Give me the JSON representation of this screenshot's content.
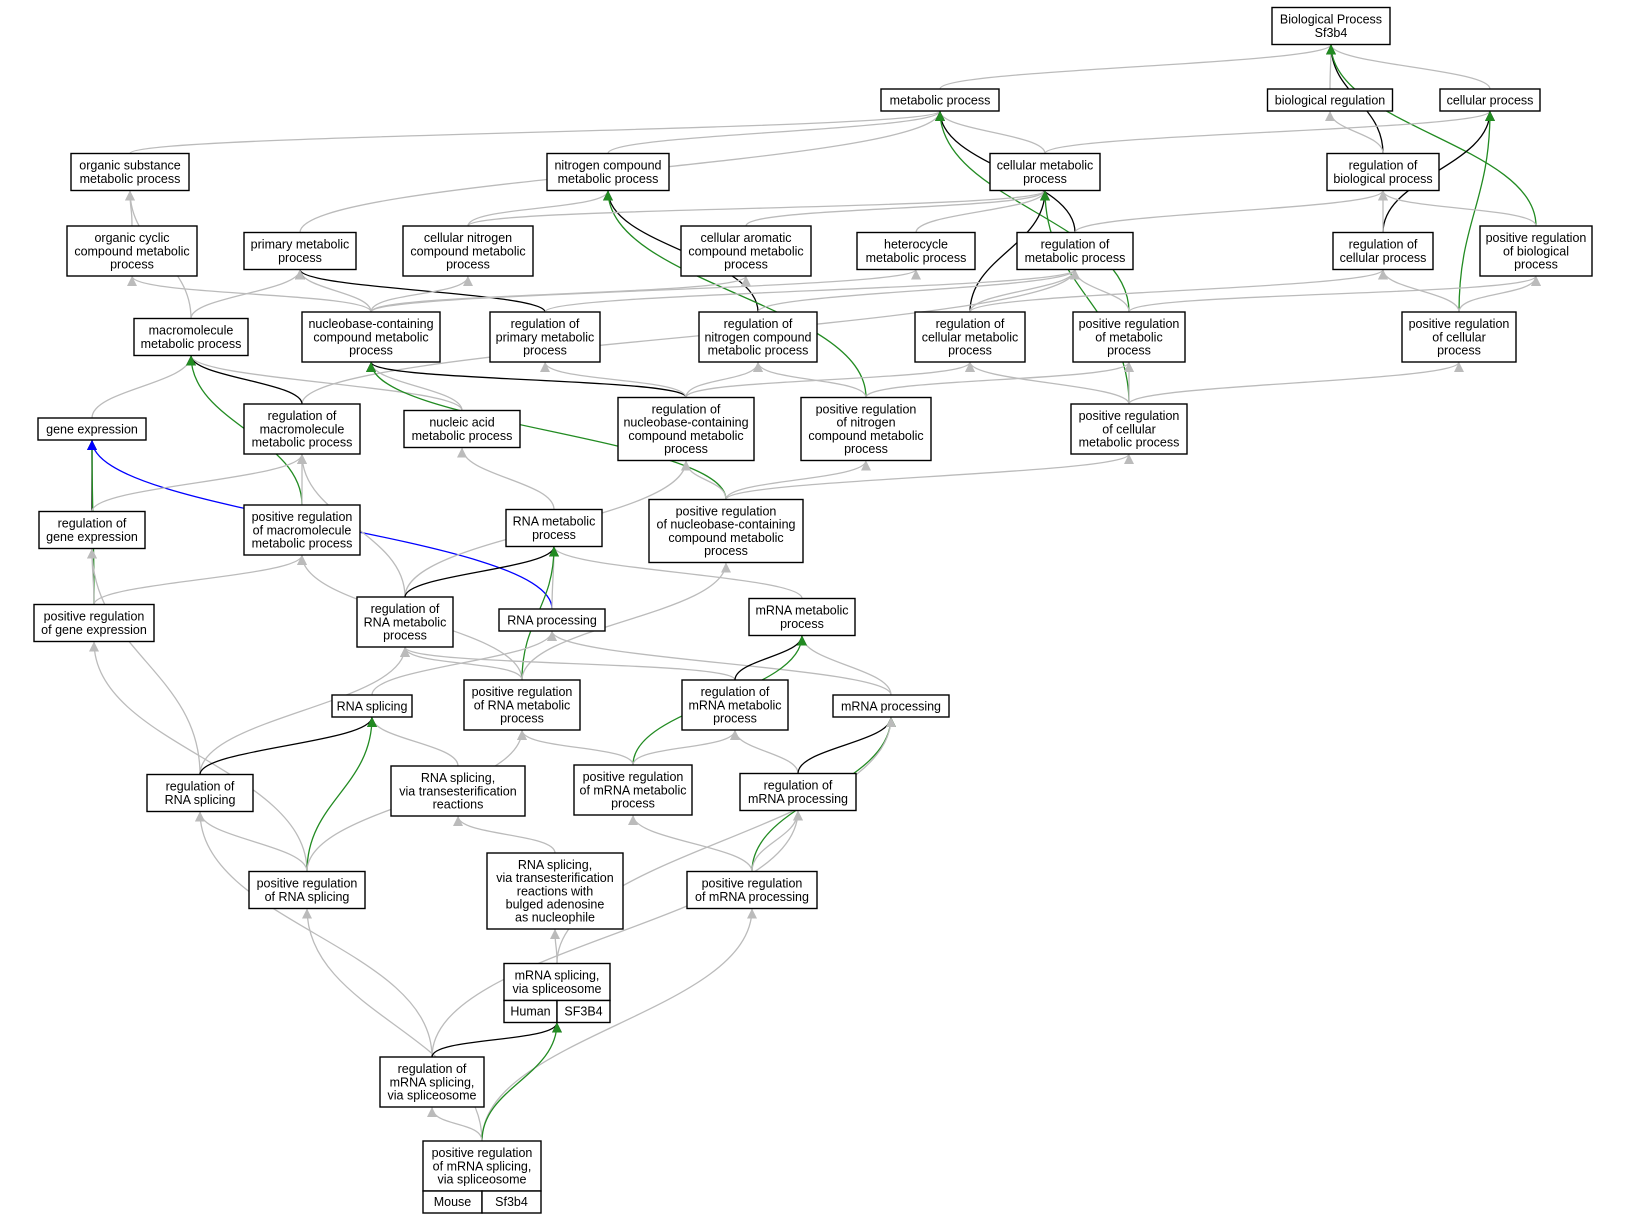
{
  "colors": {
    "is_a": "#bbbbbb",
    "regulates": "#000000",
    "positively_regulates": "#228b22",
    "part_of": "#0000ff",
    "human_tag": "#f0533a",
    "mouse_tag": "#a8d8e8"
  },
  "nodes": [
    {
      "id": "bp",
      "lines": [
        "Biological Process",
        "Sf3b4"
      ]
    },
    {
      "id": "metabolic",
      "lines": [
        "metabolic process"
      ]
    },
    {
      "id": "bioreg",
      "lines": [
        "biological regulation"
      ]
    },
    {
      "id": "cellular",
      "lines": [
        "cellular process"
      ]
    },
    {
      "id": "orgsub",
      "lines": [
        "organic substance",
        "metabolic process"
      ]
    },
    {
      "id": "nitcomp",
      "lines": [
        "nitrogen compound",
        "metabolic process"
      ]
    },
    {
      "id": "cellmet",
      "lines": [
        "cellular metabolic",
        "process"
      ]
    },
    {
      "id": "regbio",
      "lines": [
        "regulation of",
        "biological process"
      ]
    },
    {
      "id": "orgcyc",
      "lines": [
        "organic cyclic",
        "compound metabolic",
        "process"
      ]
    },
    {
      "id": "primmet",
      "lines": [
        "primary metabolic",
        "process"
      ]
    },
    {
      "id": "cellnit",
      "lines": [
        "cellular nitrogen",
        "compound metabolic",
        "process"
      ]
    },
    {
      "id": "cellarom",
      "lines": [
        "cellular aromatic",
        "compound metabolic",
        "process"
      ]
    },
    {
      "id": "hetero",
      "lines": [
        "heterocycle",
        "metabolic process"
      ]
    },
    {
      "id": "regmet",
      "lines": [
        "regulation of",
        "metabolic process"
      ]
    },
    {
      "id": "regcell",
      "lines": [
        "regulation of",
        "cellular process"
      ]
    },
    {
      "id": "posregbio",
      "lines": [
        "positive regulation",
        "of biological",
        "process"
      ]
    },
    {
      "id": "macro",
      "lines": [
        "macromolecule",
        "metabolic process"
      ]
    },
    {
      "id": "nucbase",
      "lines": [
        "nucleobase-containing",
        "compound metabolic",
        "process"
      ]
    },
    {
      "id": "regprim",
      "lines": [
        "regulation of",
        "primary metabolic",
        "process"
      ]
    },
    {
      "id": "regnit",
      "lines": [
        "regulation of",
        "nitrogen compound",
        "metabolic process"
      ]
    },
    {
      "id": "regcellmet",
      "lines": [
        "regulation of",
        "cellular metabolic",
        "process"
      ]
    },
    {
      "id": "posregmet",
      "lines": [
        "positive regulation",
        "of metabolic",
        "process"
      ]
    },
    {
      "id": "posregcell",
      "lines": [
        "positive regulation",
        "of cellular",
        "process"
      ]
    },
    {
      "id": "geneexp",
      "lines": [
        "gene expression"
      ]
    },
    {
      "id": "regmacro",
      "lines": [
        "regulation of",
        "macromolecule",
        "metabolic process"
      ]
    },
    {
      "id": "nucacid",
      "lines": [
        "nucleic acid",
        "metabolic process"
      ]
    },
    {
      "id": "regnuc",
      "lines": [
        "regulation of",
        "nucleobase-containing",
        "compound metabolic",
        "process"
      ]
    },
    {
      "id": "posregnit",
      "lines": [
        "positive regulation",
        "of nitrogen",
        "compound metabolic",
        "process"
      ]
    },
    {
      "id": "posregcellmet",
      "lines": [
        "positive regulation",
        "of cellular",
        "metabolic process"
      ]
    },
    {
      "id": "reggene",
      "lines": [
        "regulation of",
        "gene expression"
      ]
    },
    {
      "id": "posregmacro",
      "lines": [
        "positive regulation",
        "of macromolecule",
        "metabolic process"
      ]
    },
    {
      "id": "rnamet",
      "lines": [
        "RNA metabolic",
        "process"
      ]
    },
    {
      "id": "posregnuc",
      "lines": [
        "positive regulation",
        "of nucleobase-containing",
        "compound metabolic",
        "process"
      ]
    },
    {
      "id": "posreggene",
      "lines": [
        "positive regulation",
        "of gene expression"
      ]
    },
    {
      "id": "regrnamet",
      "lines": [
        "regulation of",
        "RNA metabolic",
        "process"
      ]
    },
    {
      "id": "rnaproc",
      "lines": [
        "RNA processing"
      ]
    },
    {
      "id": "mrnamet",
      "lines": [
        "mRNA metabolic",
        "process"
      ]
    },
    {
      "id": "rnasplice",
      "lines": [
        "RNA splicing"
      ]
    },
    {
      "id": "posregrnamet",
      "lines": [
        "positive regulation",
        "of RNA metabolic",
        "process"
      ]
    },
    {
      "id": "regmrnamet",
      "lines": [
        "regulation of",
        "mRNA metabolic",
        "process"
      ]
    },
    {
      "id": "mrnaproc",
      "lines": [
        "mRNA processing"
      ]
    },
    {
      "id": "regrnasplice",
      "lines": [
        "regulation of",
        "RNA splicing"
      ]
    },
    {
      "id": "splicetrans",
      "lines": [
        "RNA splicing,",
        "via transesterification",
        "reactions"
      ]
    },
    {
      "id": "posregmrnamet",
      "lines": [
        "positive regulation",
        "of mRNA metabolic",
        "process"
      ]
    },
    {
      "id": "regmrnaproc",
      "lines": [
        "regulation of",
        "mRNA processing"
      ]
    },
    {
      "id": "posregrnasplice",
      "lines": [
        "positive regulation",
        "of RNA splicing"
      ]
    },
    {
      "id": "splicebulged",
      "lines": [
        "RNA splicing,",
        "via transesterification",
        "reactions with",
        "bulged adenosine",
        "as nucleophile"
      ]
    },
    {
      "id": "posregmrnaproc",
      "lines": [
        "positive regulation",
        "of mRNA processing"
      ]
    },
    {
      "id": "mrnasplice",
      "lines": [
        "mRNA splicing,",
        "via spliceosome"
      ],
      "tag": {
        "species": "Human",
        "gene": "SF3B4"
      }
    },
    {
      "id": "regmrnasplice",
      "lines": [
        "regulation of",
        "mRNA splicing,",
        "via spliceosome"
      ]
    },
    {
      "id": "posregmrnasplice",
      "lines": [
        "positive regulation",
        "of mRNA splicing,",
        "via spliceosome"
      ],
      "tag": {
        "species": "Mouse",
        "gene": "Sf3b4"
      }
    }
  ],
  "edges": [
    {
      "from": "metabolic",
      "to": "bp",
      "type": "is_a"
    },
    {
      "from": "bioreg",
      "to": "bp",
      "type": "is_a"
    },
    {
      "from": "cellular",
      "to": "bp",
      "type": "is_a"
    },
    {
      "from": "regbio",
      "to": "bp",
      "type": "regulates"
    },
    {
      "from": "posregbio",
      "to": "bp",
      "type": "positively_regulates"
    },
    {
      "from": "orgsub",
      "to": "metabolic",
      "type": "is_a"
    },
    {
      "from": "nitcomp",
      "to": "metabolic",
      "type": "is_a"
    },
    {
      "from": "cellmet",
      "to": "metabolic",
      "type": "is_a"
    },
    {
      "from": "primmet",
      "to": "metabolic",
      "type": "is_a"
    },
    {
      "from": "regmet",
      "to": "metabolic",
      "type": "regulates"
    },
    {
      "from": "posregmet",
      "to": "metabolic",
      "type": "positively_regulates"
    },
    {
      "from": "cellmet",
      "to": "cellular",
      "type": "is_a"
    },
    {
      "from": "regcell",
      "to": "cellular",
      "type": "regulates"
    },
    {
      "from": "posregcell",
      "to": "cellular",
      "type": "positively_regulates"
    },
    {
      "from": "regbio",
      "to": "bioreg",
      "type": "is_a"
    },
    {
      "from": "orgcyc",
      "to": "orgsub",
      "type": "is_a"
    },
    {
      "from": "macro",
      "to": "orgsub",
      "type": "is_a"
    },
    {
      "from": "cellnit",
      "to": "nitcomp",
      "type": "is_a"
    },
    {
      "from": "regnit",
      "to": "nitcomp",
      "type": "regulates"
    },
    {
      "from": "posregnit",
      "to": "nitcomp",
      "type": "positively_regulates"
    },
    {
      "from": "cellnit",
      "to": "cellmet",
      "type": "is_a"
    },
    {
      "from": "cellarom",
      "to": "cellmet",
      "type": "is_a"
    },
    {
      "from": "hetero",
      "to": "cellmet",
      "type": "is_a"
    },
    {
      "from": "regcellmet",
      "to": "cellmet",
      "type": "regulates"
    },
    {
      "from": "posregcellmet",
      "to": "cellmet",
      "type": "positively_regulates"
    },
    {
      "from": "regcell",
      "to": "regbio",
      "type": "is_a"
    },
    {
      "from": "regmet",
      "to": "regbio",
      "type": "is_a"
    },
    {
      "from": "posregbio",
      "to": "regbio",
      "type": "is_a"
    },
    {
      "from": "regcellmet",
      "to": "regcell",
      "type": "is_a"
    },
    {
      "from": "posregcell",
      "to": "regcell",
      "type": "is_a"
    },
    {
      "from": "posregmet",
      "to": "posregbio",
      "type": "is_a"
    },
    {
      "from": "posregcell",
      "to": "posregbio",
      "type": "is_a"
    },
    {
      "from": "nucbase",
      "to": "orgcyc",
      "type": "is_a"
    },
    {
      "from": "nucbase",
      "to": "primmet",
      "type": "is_a"
    },
    {
      "from": "regprim",
      "to": "primmet",
      "type": "regulates"
    },
    {
      "from": "nucbase",
      "to": "cellnit",
      "type": "is_a"
    },
    {
      "from": "nucbase",
      "to": "cellarom",
      "type": "is_a"
    },
    {
      "from": "nucbase",
      "to": "hetero",
      "type": "is_a"
    },
    {
      "from": "regprim",
      "to": "regmet",
      "type": "is_a"
    },
    {
      "from": "regnit",
      "to": "regmet",
      "type": "is_a"
    },
    {
      "from": "regcellmet",
      "to": "regmet",
      "type": "is_a"
    },
    {
      "from": "posregmet",
      "to": "regmet",
      "type": "is_a"
    },
    {
      "from": "regmacro",
      "to": "regmet",
      "type": "is_a"
    },
    {
      "from": "macro",
      "to": "primmet",
      "type": "is_a"
    },
    {
      "from": "geneexp",
      "to": "macro",
      "type": "is_a"
    },
    {
      "from": "nucacid",
      "to": "macro",
      "type": "is_a"
    },
    {
      "from": "regmacro",
      "to": "macro",
      "type": "regulates"
    },
    {
      "from": "posregmacro",
      "to": "macro",
      "type": "positively_regulates"
    },
    {
      "from": "nucacid",
      "to": "nucbase",
      "type": "is_a"
    },
    {
      "from": "regnuc",
      "to": "nucbase",
      "type": "regulates"
    },
    {
      "from": "posregnuc",
      "to": "nucbase",
      "type": "positively_regulates"
    },
    {
      "from": "regnuc",
      "to": "regprim",
      "type": "is_a"
    },
    {
      "from": "regnuc",
      "to": "regnit",
      "type": "is_a"
    },
    {
      "from": "posregnit",
      "to": "regnit",
      "type": "is_a"
    },
    {
      "from": "regnuc",
      "to": "regcellmet",
      "type": "is_a"
    },
    {
      "from": "posregcellmet",
      "to": "regcellmet",
      "type": "is_a"
    },
    {
      "from": "posregnit",
      "to": "posregmet",
      "type": "is_a"
    },
    {
      "from": "posregcellmet",
      "to": "posregmet",
      "type": "is_a"
    },
    {
      "from": "posregcellmet",
      "to": "posregcell",
      "type": "is_a"
    },
    {
      "from": "reggene",
      "to": "geneexp",
      "type": "regulates"
    },
    {
      "from": "posreggene",
      "to": "geneexp",
      "type": "positively_regulates"
    },
    {
      "from": "rnaproc",
      "to": "geneexp",
      "type": "part_of"
    },
    {
      "from": "posregmacro",
      "to": "regmacro",
      "type": "is_a"
    },
    {
      "from": "reggene",
      "to": "regmacro",
      "type": "is_a"
    },
    {
      "from": "regrnamet",
      "to": "regmacro",
      "type": "is_a"
    },
    {
      "from": "rnamet",
      "to": "nucacid",
      "type": "is_a"
    },
    {
      "from": "posregnuc",
      "to": "regnuc",
      "type": "is_a"
    },
    {
      "from": "regrnamet",
      "to": "regnuc",
      "type": "is_a"
    },
    {
      "from": "posregnuc",
      "to": "posregnit",
      "type": "is_a"
    },
    {
      "from": "posregnuc",
      "to": "posregcellmet",
      "type": "is_a"
    },
    {
      "from": "posreggene",
      "to": "reggene",
      "type": "is_a"
    },
    {
      "from": "regrnasplice",
      "to": "reggene",
      "type": "is_a"
    },
    {
      "from": "posreggene",
      "to": "posregmacro",
      "type": "is_a"
    },
    {
      "from": "posregrnamet",
      "to": "posregmacro",
      "type": "is_a"
    },
    {
      "from": "rnaproc",
      "to": "rnamet",
      "type": "is_a"
    },
    {
      "from": "mrnamet",
      "to": "rnamet",
      "type": "is_a"
    },
    {
      "from": "regrnamet",
      "to": "rnamet",
      "type": "regulates"
    },
    {
      "from": "posregrnamet",
      "to": "rnamet",
      "type": "positively_regulates"
    },
    {
      "from": "posregrnamet",
      "to": "posregnuc",
      "type": "is_a"
    },
    {
      "from": "posregrnasplice",
      "to": "posreggene",
      "type": "is_a"
    },
    {
      "from": "posregrnamet",
      "to": "regrnamet",
      "type": "is_a"
    },
    {
      "from": "regmrnamet",
      "to": "regrnamet",
      "type": "is_a"
    },
    {
      "from": "regrnasplice",
      "to": "regrnamet",
      "type": "is_a"
    },
    {
      "from": "rnasplice",
      "to": "rnaproc",
      "type": "is_a"
    },
    {
      "from": "mrnaproc",
      "to": "rnaproc",
      "type": "is_a"
    },
    {
      "from": "mrnaproc",
      "to": "mrnamet",
      "type": "is_a"
    },
    {
      "from": "regmrnamet",
      "to": "mrnamet",
      "type": "regulates"
    },
    {
      "from": "posregmrnamet",
      "to": "mrnamet",
      "type": "positively_regulates"
    },
    {
      "from": "splicetrans",
      "to": "rnasplice",
      "type": "is_a"
    },
    {
      "from": "regrnasplice",
      "to": "rnasplice",
      "type": "regulates"
    },
    {
      "from": "posregrnasplice",
      "to": "rnasplice",
      "type": "positively_regulates"
    },
    {
      "from": "posregmrnamet",
      "to": "posregrnamet",
      "type": "is_a"
    },
    {
      "from": "posregrnasplice",
      "to": "posregrnamet",
      "type": "is_a"
    },
    {
      "from": "posregmrnamet",
      "to": "regmrnamet",
      "type": "is_a"
    },
    {
      "from": "regmrnaproc",
      "to": "regmrnamet",
      "type": "is_a"
    },
    {
      "from": "regmrnaproc",
      "to": "mrnaproc",
      "type": "regulates"
    },
    {
      "from": "posregmrnaproc",
      "to": "mrnaproc",
      "type": "positively_regulates"
    },
    {
      "from": "mrnasplice",
      "to": "mrnaproc",
      "type": "is_a"
    },
    {
      "from": "posregrnasplice",
      "to": "regrnasplice",
      "type": "is_a"
    },
    {
      "from": "regmrnasplice",
      "to": "regrnasplice",
      "type": "is_a"
    },
    {
      "from": "splicebulged",
      "to": "splicetrans",
      "type": "is_a"
    },
    {
      "from": "posregmrnaproc",
      "to": "posregmrnamet",
      "type": "is_a"
    },
    {
      "from": "posregmrnaproc",
      "to": "regmrnaproc",
      "type": "is_a"
    },
    {
      "from": "regmrnasplice",
      "to": "regmrnaproc",
      "type": "is_a"
    },
    {
      "from": "mrnasplice",
      "to": "splicebulged",
      "type": "is_a"
    },
    {
      "from": "posregmrnasplice",
      "to": "posregrnasplice",
      "type": "is_a"
    },
    {
      "from": "posregmrnasplice",
      "to": "posregmrnaproc",
      "type": "is_a"
    },
    {
      "from": "regmrnasplice",
      "to": "mrnasplice",
      "type": "regulates"
    },
    {
      "from": "posregmrnasplice",
      "to": "mrnasplice",
      "type": "positively_regulates"
    },
    {
      "from": "posregmrnasplice",
      "to": "regmrnasplice",
      "type": "is_a"
    }
  ]
}
